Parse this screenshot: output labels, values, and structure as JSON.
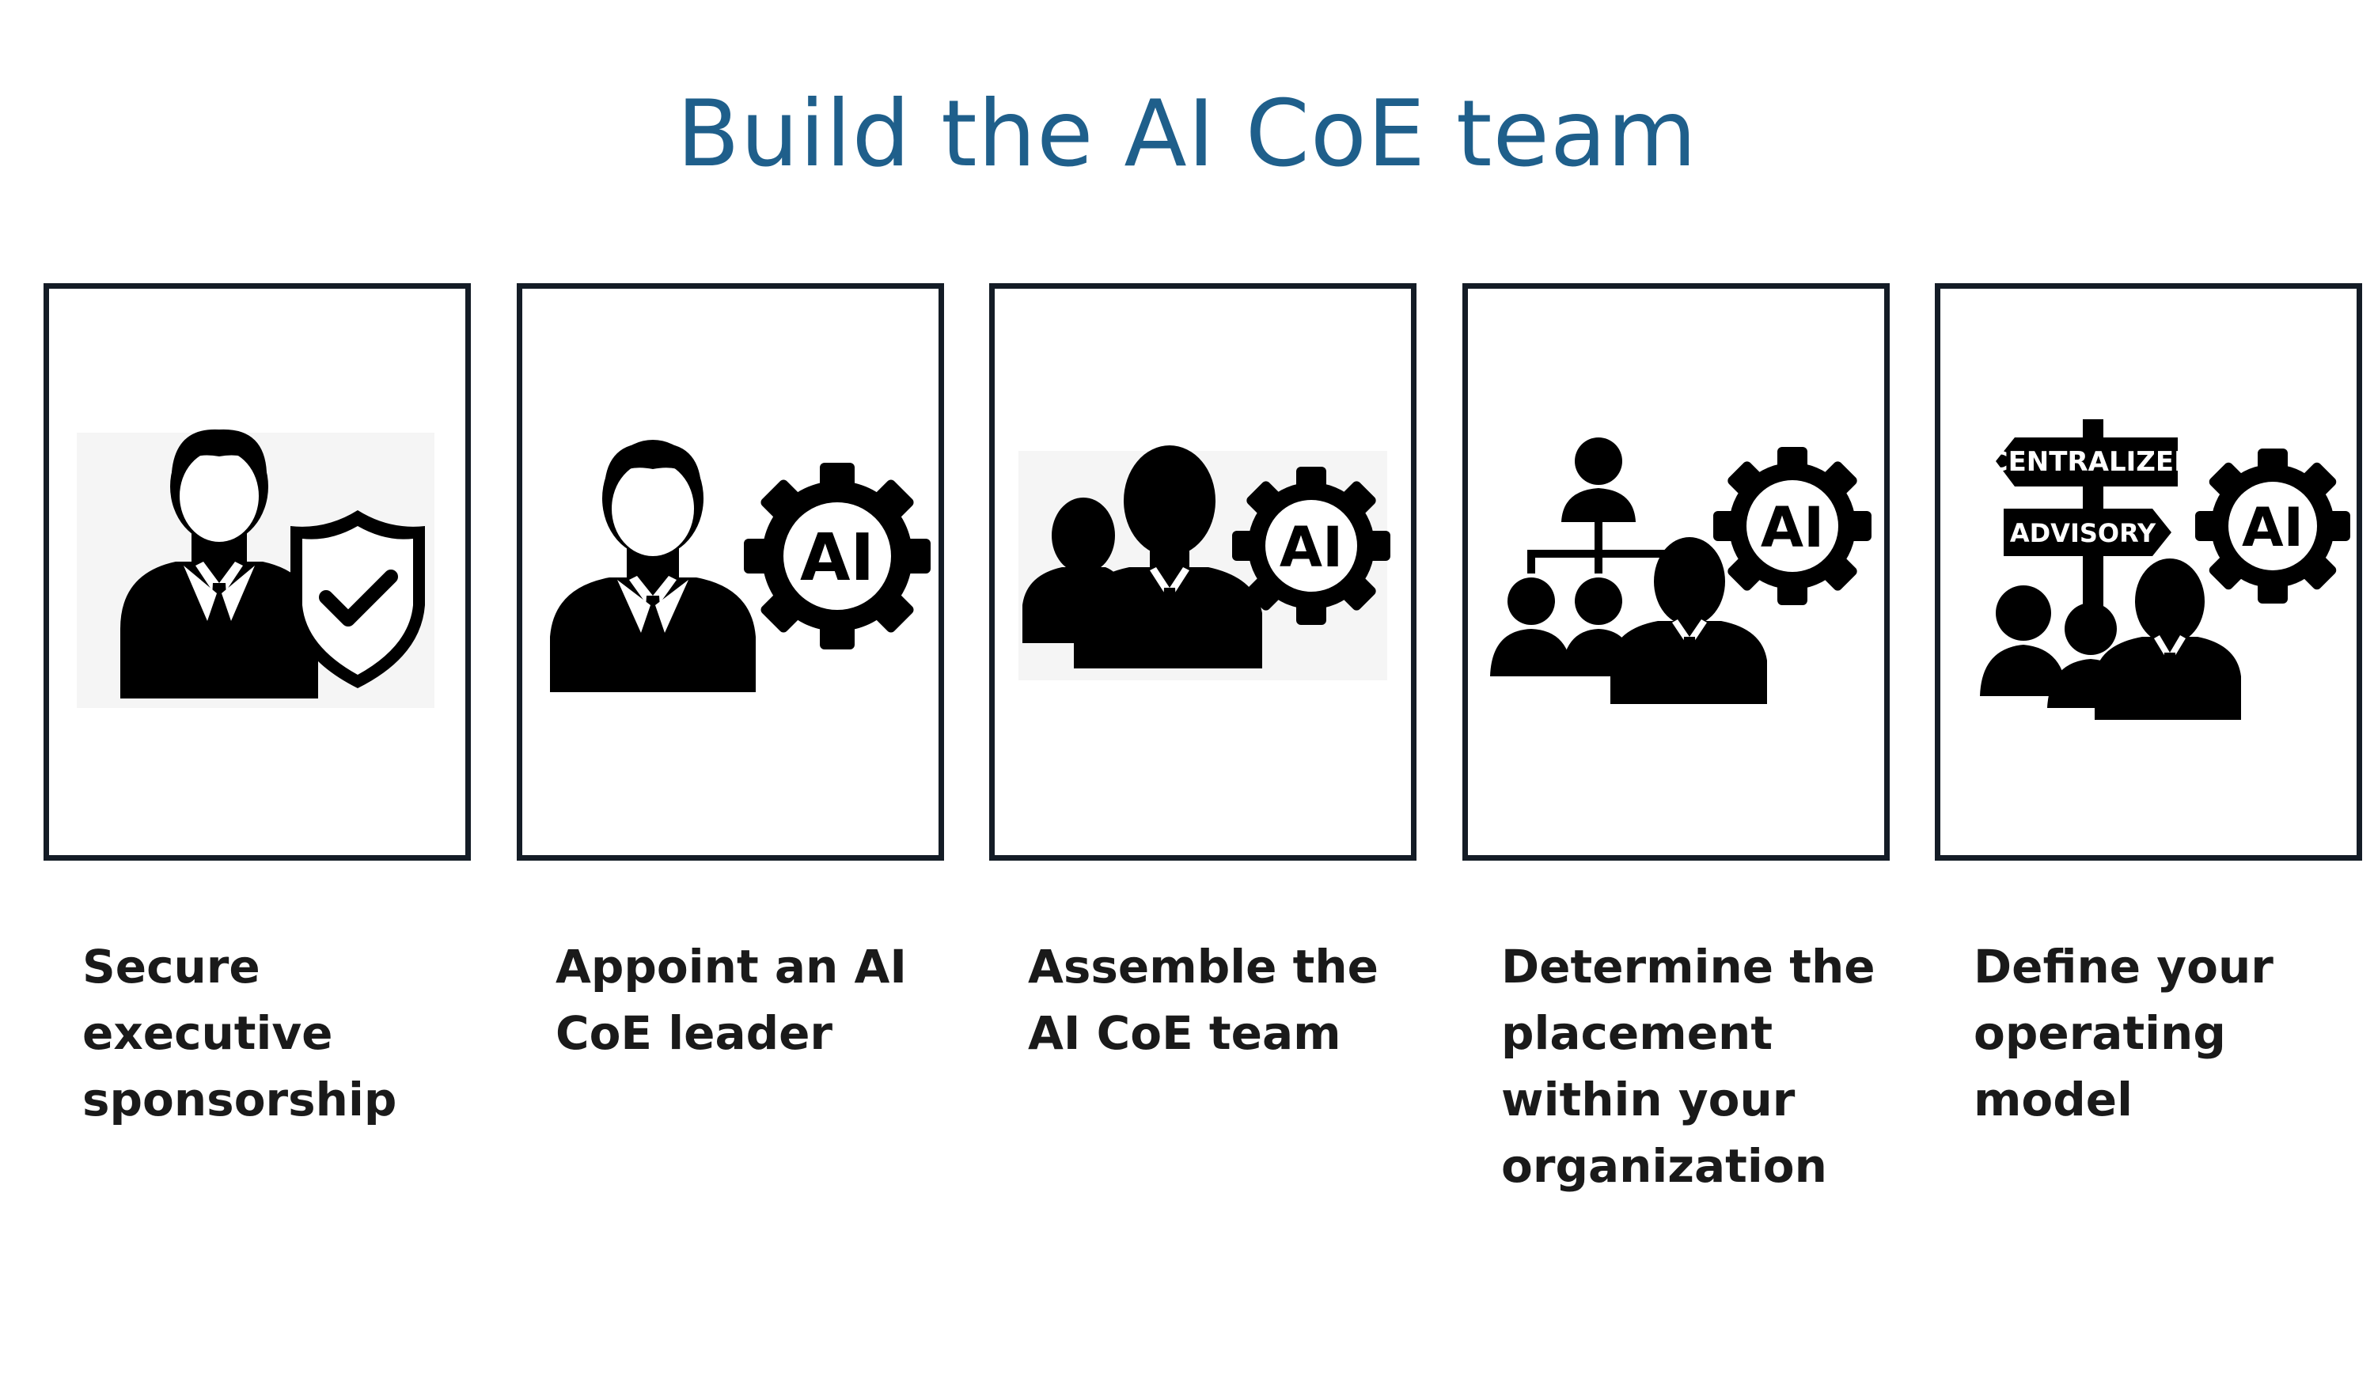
{
  "title": "Build the AI CoE team",
  "steps": [
    {
      "label": "Secure executive sponsorship",
      "icon": "executive-shield-check-icon"
    },
    {
      "label": "Appoint an AI CoE leader",
      "icon": "leader-ai-gear-icon"
    },
    {
      "label": "Assemble the AI CoE team",
      "icon": "team-ai-gear-icon"
    },
    {
      "label": "Determine the placement within your organization",
      "icon": "org-chart-ai-gear-icon"
    },
    {
      "label": "Define your operating model",
      "icon": "signpost-team-ai-gear-icon"
    }
  ],
  "gear_text": "AI",
  "signpost": {
    "top": "CENTRALIZED",
    "bottom": "ADVISORY"
  },
  "colors": {
    "title": "#1f5f8b",
    "border": "#141c26",
    "text": "#1a1a1a"
  }
}
